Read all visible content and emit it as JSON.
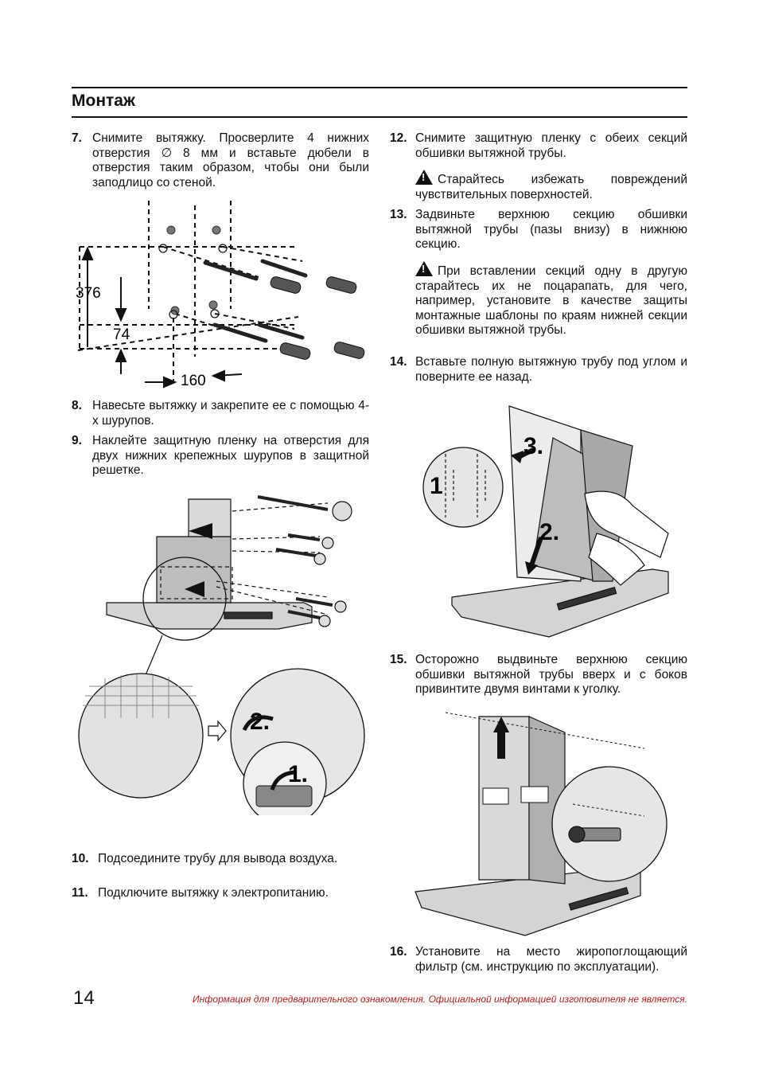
{
  "header": {
    "title": "Монтаж"
  },
  "steps": [
    {
      "num": "7.",
      "text": "Снимите вытяжку. Просверлите 4 нижних отверстия ∅ 8 мм и вставьте дюбели в отверстия таким образом, чтобы они были заподлицо со стеной."
    },
    {
      "num": "8.",
      "text": "Навесьте вытяжку и закрепите ее с помощью 4-х шурупов."
    },
    {
      "num": "9.",
      "text": "Наклейте защитную пленку на отверстия для двух нижних крепежных шурупов в защитной решетке."
    },
    {
      "num": "10.",
      "text": "Подсоедините трубу для вывода воздуха."
    },
    {
      "num": "11.",
      "text": "Подключите вытяжку к электропитанию."
    },
    {
      "num": "12.",
      "text": "Снимите защитную пленку с обеих секций обшивки вытяжной трубы."
    },
    {
      "num": "13.",
      "text": "Задвиньте верхнюю секцию обшивки вытяжной трубы (пазы внизу) в нижнюю секцию."
    },
    {
      "num": "14.",
      "text": "Вставьте полную вытяжную трубу под углом и поверните ее назад."
    },
    {
      "num": "15.",
      "text": "Осторожно выдвиньте верхнюю секцию обшивки вытяжной трубы вверх и с боков привинтите двумя винтами к уголку."
    },
    {
      "num": "16.",
      "text": "Установите на место жиропоглощающий фильтр (см. инструкцию по эксплуатации)."
    }
  ],
  "warnings": [
    "Старайтесь избежать повреждений чувствительных поверхностей.",
    "При вставлении секций одну в другую старайтесь их не поцарапать, для чего, например, установите в качестве защиты монтажные шаблоны по краям нижней секции обшивки вытяжной трубы."
  ],
  "figure_labels": {
    "dim_376": "376",
    "dim_74": "74",
    "dim_160": "160",
    "step_1": "1.",
    "step_2": "2.",
    "step_3": "3.",
    "inset_1": "1"
  },
  "page_number": "14",
  "footer": "Информация для предварительного ознакомления. Официальной информацией изготовителя не является."
}
